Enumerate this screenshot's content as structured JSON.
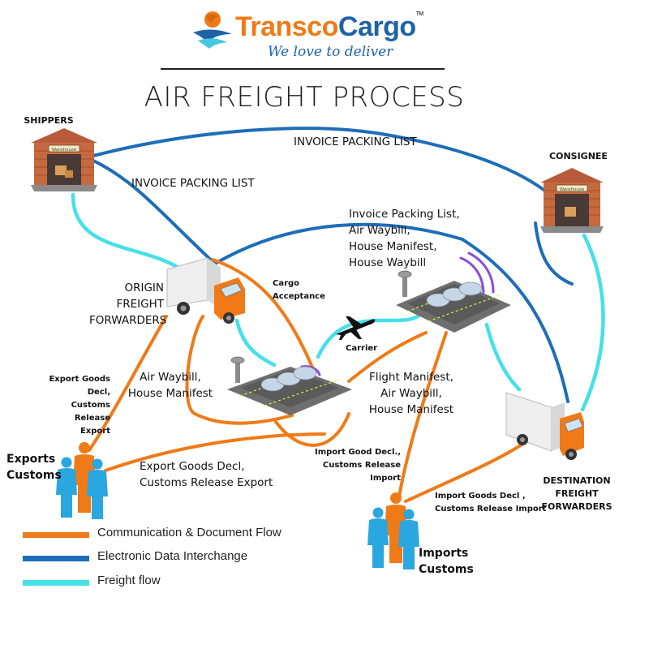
{
  "brand": {
    "name_part1": "Transco",
    "name_part2": "Cargo",
    "trademark": "TM",
    "tagline": "We love to deliver"
  },
  "title": "AIR FREIGHT PROCESS",
  "colors": {
    "communication": "#f07a17",
    "edi": "#1e6db8",
    "freight": "#45e0e8",
    "brand_orange": "#f07a17",
    "brand_blue": "#1e63a8"
  },
  "nodes": {
    "shippers": {
      "label": "SHIPPERS",
      "sign": "Warehouse"
    },
    "consignee": {
      "label": "CONSIGNEE",
      "sign": "Warehouse"
    },
    "origin_forwarders": {
      "lines": [
        "ORIGIN",
        "FREIGHT",
        "FORWARDERS"
      ]
    },
    "destination_forwarders": {
      "lines": [
        "DESTINATION",
        "FREIGHT",
        "FORWARDERS"
      ]
    },
    "exports_customs": {
      "lines": [
        "Exports",
        "Customs"
      ]
    },
    "imports_customs": {
      "lines": [
        "Imports",
        "Customs"
      ]
    },
    "carrier": {
      "label": "Carrier"
    }
  },
  "flows": {
    "invoice_top": "INVOICE PACKING LIST",
    "invoice_left": "INVOICE PACKING LIST",
    "edi_docs": [
      "Invoice Packing List,",
      "Air Waybill,",
      "House Manifest,",
      "House Waybill"
    ],
    "cargo_acceptance": [
      "Cargo",
      "Acceptance"
    ],
    "air_waybill_house": [
      "Air Waybill,",
      "House Manifest"
    ],
    "export_goods_decl_left": [
      "Export Goods Decl,",
      "Customs Release",
      "Export"
    ],
    "export_goods_decl_bottom": [
      "Export Goods Decl,",
      "Customs Release Export"
    ],
    "flight_manifest": [
      "Flight Manifest,",
      "Air Waybill,",
      "House Manifest"
    ],
    "import_good_decl": [
      "Import Good Decl.,",
      "Customs Release Import"
    ],
    "import_goods_decl": [
      "Import Goods Decl  ,",
      "Customs Release Import"
    ]
  },
  "legend": [
    {
      "label": "Communication & Document Flow",
      "color": "#f07a17"
    },
    {
      "label": "Electronic Data Interchange",
      "color": "#1e6db8"
    },
    {
      "label": "Freight flow",
      "color": "#45e0e8"
    }
  ]
}
